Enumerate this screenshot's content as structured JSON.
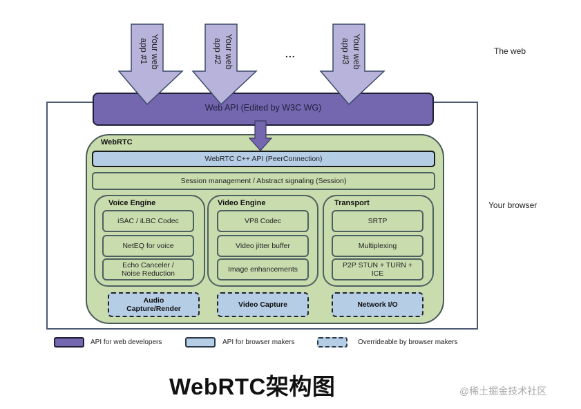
{
  "labels": {
    "the_web": "The web",
    "your_browser": "Your browser",
    "ellipsis": "..."
  },
  "apps": [
    {
      "label_line1": "Your web",
      "label_line2": "app #1"
    },
    {
      "label_line1": "Your web",
      "label_line2": "app #2"
    },
    {
      "label_line1": "Your web",
      "label_line2": "app #3"
    }
  ],
  "web_api": {
    "label": "Web API (Edited by W3C WG)"
  },
  "webrtc": {
    "title": "WebRTC",
    "cpp_api": "WebRTC C++ API (PeerConnection)",
    "session": "Session management / Abstract signaling (Session)",
    "engines": [
      {
        "title": "Voice Engine",
        "modules": [
          "iSAC / iLBC Codec",
          "NetEQ for voice",
          "Echo Canceler / Noise Reduction"
        ],
        "capture": "Audio Capture/Render"
      },
      {
        "title": "Video Engine",
        "modules": [
          "VP8 Codec",
          "Video jitter buffer",
          "Image enhancements"
        ],
        "capture": "Video Capture"
      },
      {
        "title": "Transport",
        "modules": [
          "SRTP",
          "Multiplexing",
          "P2P STUN + TURN + ICE"
        ],
        "capture": "Network I/O"
      }
    ]
  },
  "legend": [
    {
      "label": "API for web developers",
      "color": "#7467b0",
      "style": "solid"
    },
    {
      "label": "API for browser makers",
      "color": "#b6cde6",
      "style": "solid"
    },
    {
      "label": "Overrideable by browser makers",
      "color": "#b6cde6",
      "style": "dashed"
    }
  ],
  "caption": "WebRTC架构图",
  "watermark": "@稀土掘金技术社区",
  "colors": {
    "purple": "#7467b0",
    "arrow_fill": "#b8b3da",
    "blue": "#b6cde6",
    "green": "#c9dcae"
  }
}
